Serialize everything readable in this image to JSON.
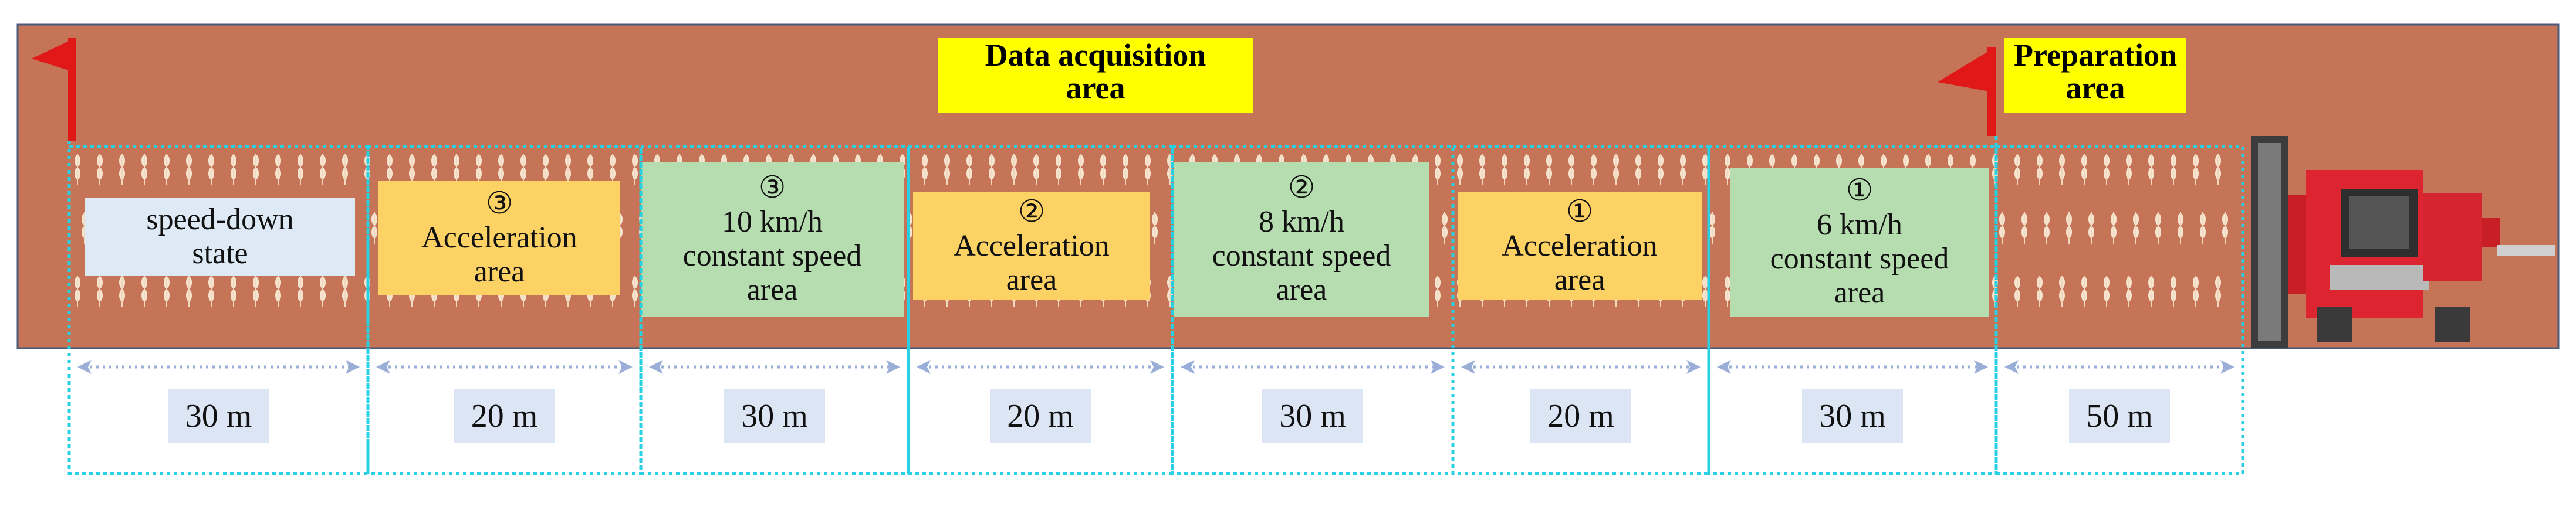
{
  "header": {
    "acquisition_line1": "Data acquisition",
    "acquisition_line2": "area",
    "preparation_line1": "Preparation",
    "preparation_line2": "area"
  },
  "colors": {
    "field": "#c67457",
    "field_border": "#4a5a7a",
    "header_bg": "#ffff00",
    "accel_bg": "#fdd264",
    "constant_bg": "#b6ddb0",
    "speeddown_bg": "#dde9f4",
    "dim_box_bg": "#dbe5f3",
    "guide": "#27d1e3",
    "arrow": "#9aaed8",
    "flag": "#e01818",
    "harvester": "#d8232a"
  },
  "segments": [
    {
      "name": "speed-down",
      "type": "speeddown",
      "marker": "",
      "lines": [
        "speed-down",
        "state"
      ],
      "distance": "30 m"
    },
    {
      "name": "acceleration-3",
      "type": "accel",
      "marker": "③",
      "lines": [
        "Acceleration",
        "area"
      ],
      "distance": "20 m"
    },
    {
      "name": "constant-3",
      "type": "constant",
      "marker": "③",
      "lines": [
        "10 km/h",
        "constant speed",
        "area"
      ],
      "distance": "30 m"
    },
    {
      "name": "acceleration-2",
      "type": "accel",
      "marker": "②",
      "lines": [
        "Acceleration",
        "area"
      ],
      "distance": "20 m"
    },
    {
      "name": "constant-2",
      "type": "constant",
      "marker": "②",
      "lines": [
        "8 km/h",
        "constant speed",
        "area"
      ],
      "distance": "30 m"
    },
    {
      "name": "acceleration-1",
      "type": "accel",
      "marker": "①",
      "lines": [
        "Acceleration",
        "area"
      ],
      "distance": "20 m"
    },
    {
      "name": "constant-1",
      "type": "constant",
      "marker": "①",
      "lines": [
        "6 km/h",
        "constant speed",
        "area"
      ],
      "distance": "30 m"
    },
    {
      "name": "preparation",
      "type": "preparation",
      "marker": "",
      "lines": [],
      "distance": "50 m"
    }
  ]
}
